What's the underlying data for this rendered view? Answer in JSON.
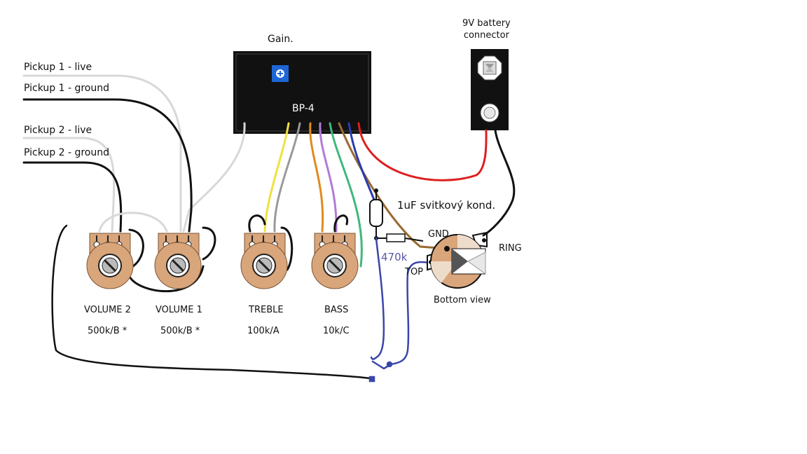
{
  "labels": {
    "gain": "Gain.",
    "module": "BP-4",
    "battery": "9V battery\nconnector",
    "pickup1_live": "Pickup 1 - live",
    "pickup1_ground": "Pickup 1 - ground",
    "pickup2_live": "Pickup 2 - live",
    "pickup2_ground": "Pickup 2  - ground",
    "capacitor": "1uF svitkový kond.",
    "resistor": "470k",
    "jack_gnd": "GND",
    "jack_ring": "RING",
    "jack_top": "TOP",
    "jack_view": "Bottom view"
  },
  "pots": [
    {
      "name": "VOLUME 2",
      "value": "500k/B *"
    },
    {
      "name": "VOLUME 1",
      "value": "500k/B *"
    },
    {
      "name": "TREBLE",
      "value": "100k/A"
    },
    {
      "name": "BASS",
      "value": "10k/C"
    }
  ],
  "wire_colors": {
    "white": "#d8d8d8",
    "black": "#111111",
    "yellow": "#f0e040",
    "gray": "#9a9a9a",
    "orange": "#e08a1e",
    "violet": "#b27ad8",
    "green": "#3fb87a",
    "brown": "#9a6a32",
    "blue": "#2a3bb0",
    "red": "#dd1f1f",
    "hand_blue": "#3a46a8"
  }
}
